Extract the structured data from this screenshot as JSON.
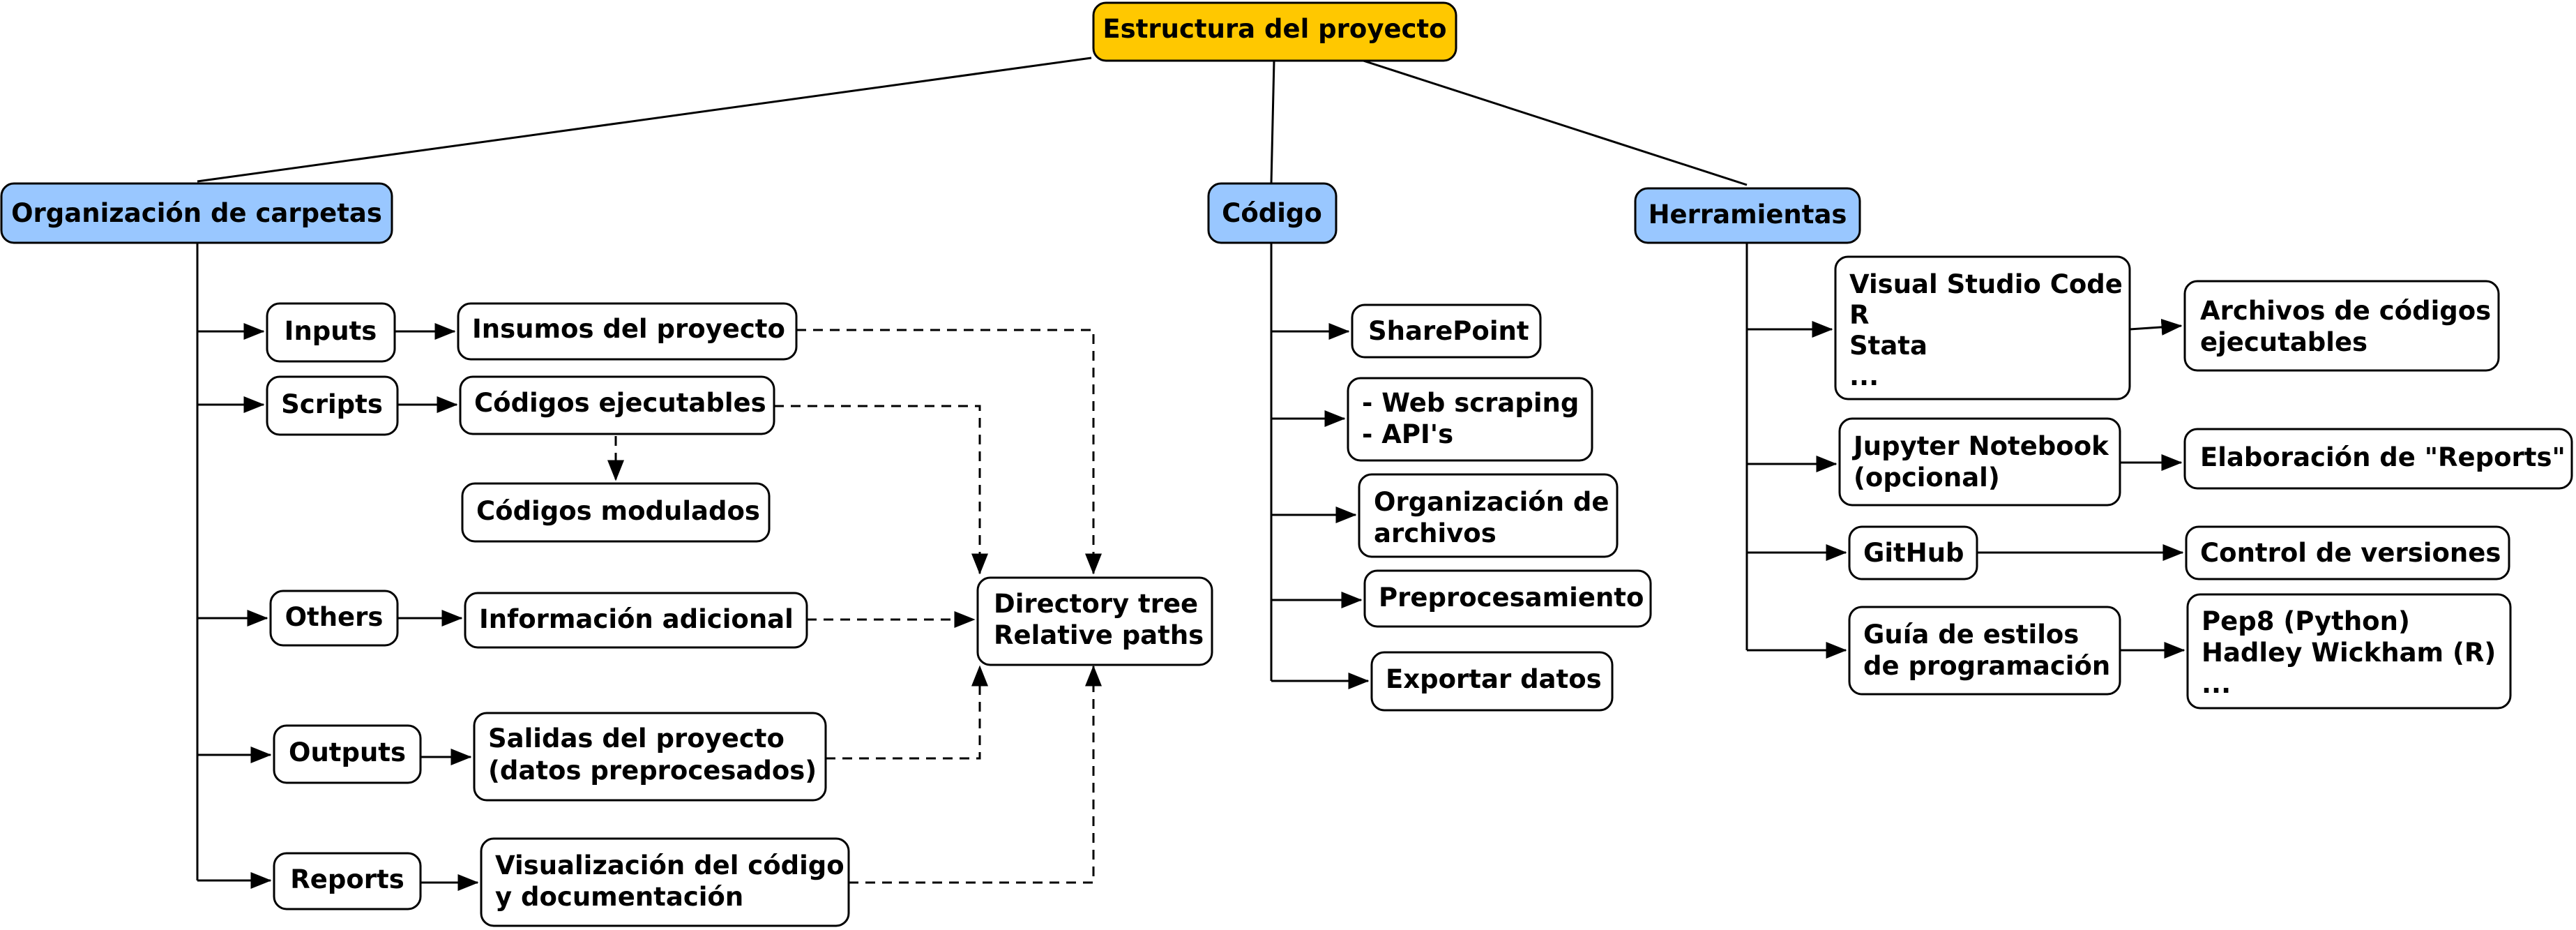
{
  "root": {
    "label": "Estructura del proyecto"
  },
  "categories": {
    "organizacion": "Organización de carpetas",
    "codigo": "Código",
    "herramientas": "Herramientas"
  },
  "folders": {
    "inputs": "Inputs",
    "scripts": "Scripts",
    "others": "Others",
    "outputs": "Outputs",
    "reports": "Reports"
  },
  "folder_details": {
    "inputs": [
      "Insumos del proyecto"
    ],
    "scripts": [
      "Códigos ejecutables"
    ],
    "scripts_sub": [
      "Códigos modulados"
    ],
    "others": [
      "Información adicional"
    ],
    "outputs": [
      "Salidas del proyecto",
      "(datos preprocesados)"
    ],
    "reports": [
      "Visualización del código",
      "y documentación"
    ]
  },
  "directory": [
    "Directory tree",
    "Relative paths"
  ],
  "codigo_items": {
    "sharepoint": [
      "SharePoint"
    ],
    "scraping": [
      "- Web scraping",
      "- API's"
    ],
    "organizacion": [
      "Organización de",
      "archivos"
    ],
    "preprocesamiento": [
      "Preprocesamiento"
    ],
    "exportar": [
      "Exportar datos"
    ]
  },
  "tools": {
    "editors": [
      "Visual Studio Code",
      "R",
      "Stata",
      "..."
    ],
    "jupyter": [
      "Jupyter Notebook",
      "(opcional)"
    ],
    "github": [
      "GitHub"
    ],
    "guia": [
      "Guía de estilos",
      "de programación"
    ]
  },
  "tool_results": {
    "archivos": [
      "Archivos de códigos",
      "ejecutables"
    ],
    "reports": [
      "Elaboración de \"Reports\""
    ],
    "control": [
      "Control de versiones"
    ],
    "pep8": [
      "Pep8 (Python)",
      "Hadley Wickham (R)",
      "..."
    ]
  },
  "colors": {
    "root_fill": "#ffc800",
    "category_fill": "#99c7ff",
    "node_fill": "#ffffff",
    "stroke": "#000000"
  }
}
